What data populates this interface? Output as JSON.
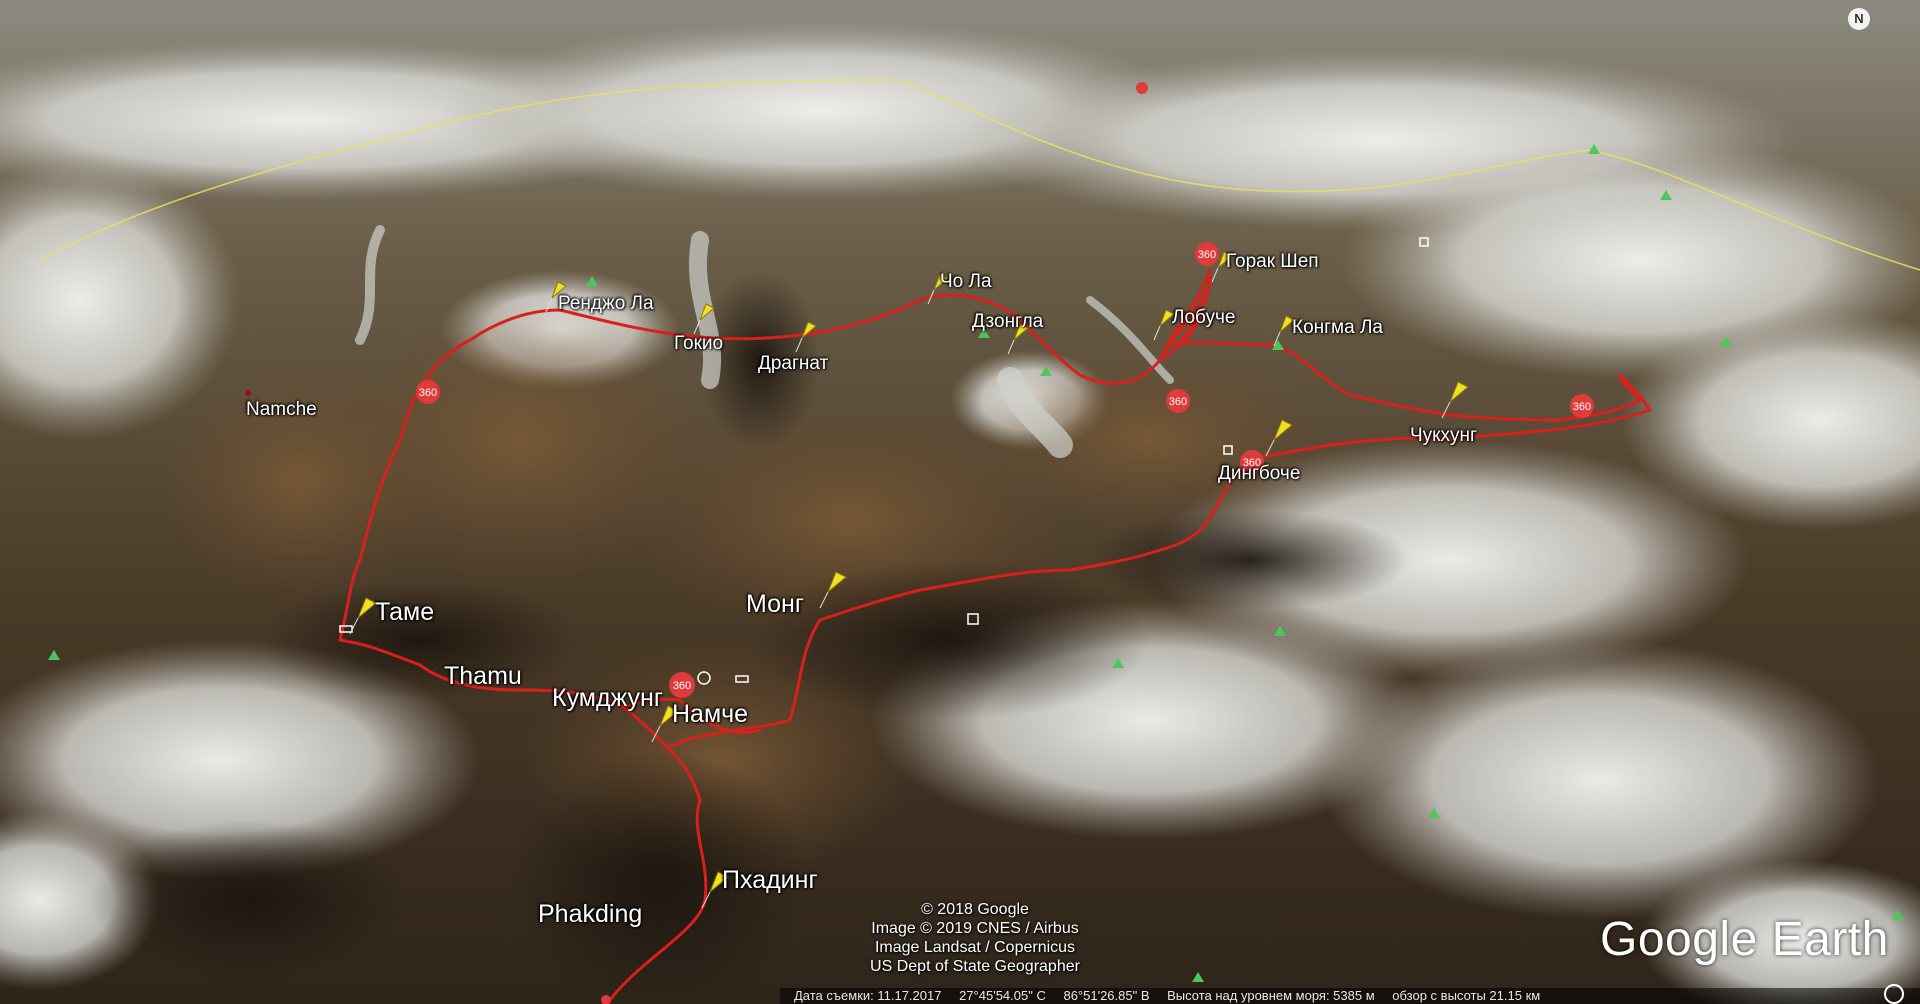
{
  "places": {
    "renjo_la": "Ренджо Ла",
    "gokyo": "Гокио",
    "dragnag": "Драгнат",
    "cho_la": "Чо Ла",
    "dzongla": "Дзонгла",
    "gorak_shep": "Горак Шеп",
    "lobuche": "Лобуче",
    "kongma_la": "Конгма Ла",
    "chukhung": "Чукхунг",
    "dingboche": "Дингбоче",
    "namche_en": "Namche",
    "thame": "Таме",
    "thamu": "Thamu",
    "mong": "Монг",
    "khumjung": "Кумджунг",
    "namche": "Намче",
    "phakding_ru": "Пхадинг",
    "phakding_en": "Phakding"
  },
  "badge_360": "360",
  "credits": [
    "© 2018 Google",
    "Image © 2019 CNES / Airbus",
    "Image Landsat / Copernicus",
    "US Dept of State Geographer"
  ],
  "logo": "Google Earth",
  "compass_n": "N",
  "status": {
    "date": "Дата съемки: 11.17.2017",
    "lat": "27°45'54.05\" С",
    "lon": "86°51'26.85\" В",
    "elevation": "Высота над уровнем моря: 5385 м",
    "eye_alt": "обзор с высоты 21.15 км"
  },
  "colors": {
    "track": "#d8201c",
    "pin": "#f0e020",
    "border": "#e8e060"
  }
}
